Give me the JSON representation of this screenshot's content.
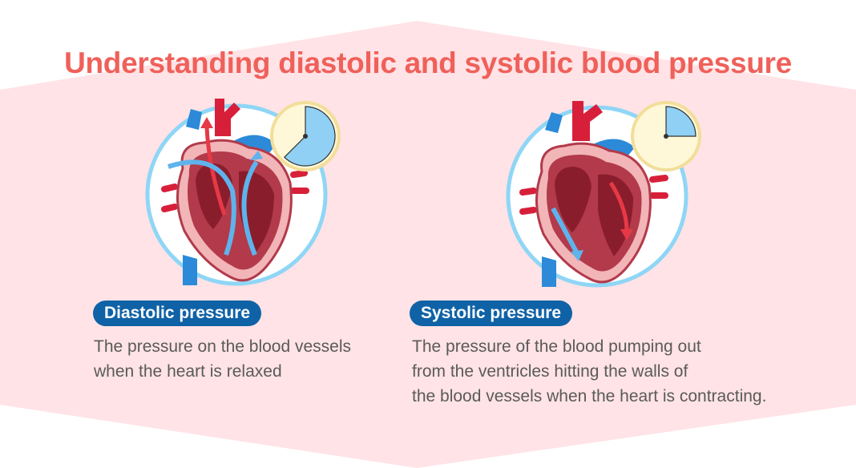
{
  "title": "Understanding diastolic and systolic blood pressure",
  "colors": {
    "title": "#f0605a",
    "badge": "#0f62a6",
    "band": "#ffe3e6",
    "artery": "#d81f3a",
    "vein": "#2c8ad8",
    "muscle": "#b23a4a",
    "chamber": "#8a1d2c",
    "clock_face": "#fff8d8",
    "clock_fill": "#8fd0f4"
  },
  "panels": [
    {
      "heading": "Diastolic pressure",
      "description_lines": [
        "The pressure on the blood vessels",
        "when the heart is relaxed"
      ],
      "clock_fraction": 0.625
    },
    {
      "heading": "Systolic pressure",
      "description_lines": [
        "The pressure of the blood pumping out",
        "from the ventricles hitting the walls of",
        "the blood vessels when the heart is contracting."
      ],
      "clock_fraction": 0.25
    }
  ]
}
